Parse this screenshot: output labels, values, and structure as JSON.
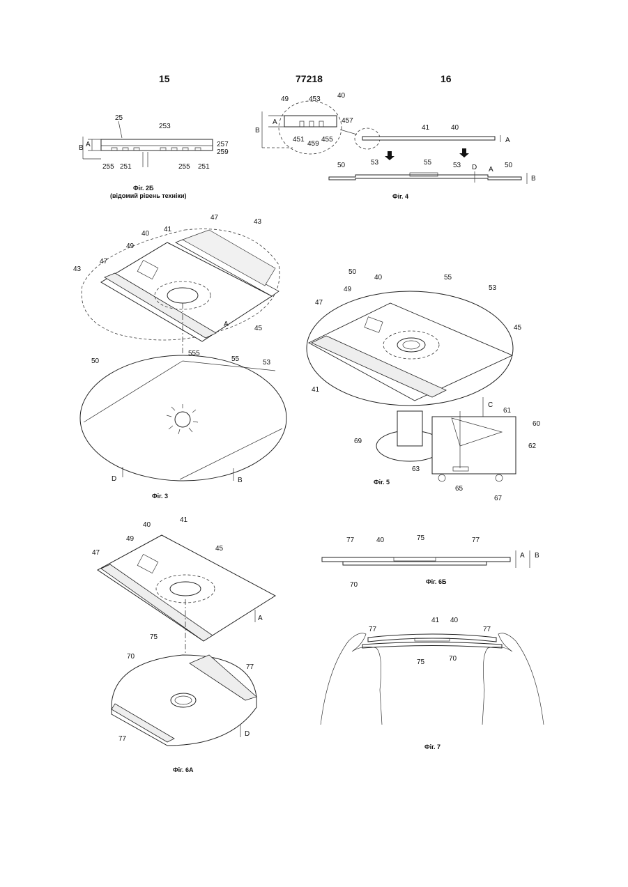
{
  "header": {
    "left_page": "15",
    "center_number": "77218",
    "right_page": "16"
  },
  "fig2b": {
    "caption": "Фіг. 2Б",
    "subcaption": "(відомий рівень техніки)",
    "labels": {
      "l25": "25",
      "l253": "253",
      "lB": "B",
      "lA": "A",
      "l257": "257",
      "l259": "259",
      "l255a": "255",
      "l251a": "251",
      "l255b": "255",
      "l251b": "251"
    }
  },
  "fig4": {
    "caption": "Фіг. 4",
    "labels": {
      "l49": "49",
      "l453": "453",
      "l40a": "40",
      "lA1": "A",
      "lB1": "B",
      "l457": "457",
      "l451": "451",
      "l459": "459",
      "l455": "455",
      "l41": "41",
      "l40b": "40",
      "lA2": "A",
      "l50a": "50",
      "l53a": "53",
      "l55": "55",
      "l53b": "53",
      "lD": "D",
      "lA3": "A",
      "l50b": "50",
      "lB2": "B"
    }
  },
  "fig3": {
    "caption": "Фіг. 3",
    "labels": {
      "l47a": "47",
      "l43a": "43",
      "l40": "40",
      "l41": "41",
      "l49": "49",
      "l47b": "47",
      "l43b": "43",
      "lA": "A",
      "l45": "45",
      "l50": "50",
      "l555": "555",
      "l55": "55",
      "l53": "53",
      "lD": "D",
      "lB": "B"
    }
  },
  "fig5": {
    "caption": "Фіг. 5",
    "labels": {
      "l50": "50",
      "l40": "40",
      "l55": "55",
      "l53": "53",
      "l49": "49",
      "l47": "47",
      "l45": "45",
      "l41": "41",
      "lC": "C",
      "l61": "61",
      "l60": "60",
      "l62": "62",
      "l69": "69",
      "l63": "63",
      "l65": "65",
      "l67": "67"
    }
  },
  "fig6a": {
    "caption": "Фіг. 6А",
    "labels": {
      "l41": "41",
      "l40": "40",
      "l49": "49",
      "l45": "45",
      "l47": "47",
      "lA": "A",
      "l75": "75",
      "l70": "70",
      "l77a": "77",
      "l77b": "77",
      "lD": "D"
    }
  },
  "fig6b": {
    "caption": "Фіг. 6Б",
    "labels": {
      "l77a": "77",
      "l40": "40",
      "l75": "75",
      "l77b": "77",
      "lA": "A",
      "lB": "B",
      "l70": "70"
    }
  },
  "fig7": {
    "caption": "Фіг. 7",
    "labels": {
      "l41": "41",
      "l40": "40",
      "l77a": "77",
      "l77b": "77",
      "l75": "75",
      "l70": "70"
    }
  }
}
